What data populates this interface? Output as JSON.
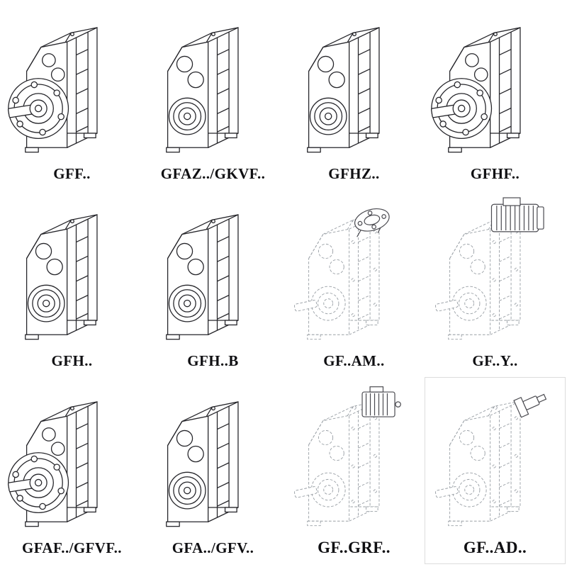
{
  "page": {
    "background": "#ffffff",
    "colors": {
      "solid_line": "#26262b",
      "ghost_line": "#9aa0a6",
      "attachment_line": "#4a4a50"
    },
    "cells": [
      {
        "label": "GFF..",
        "drawing": "flange-mounted-gear-unit"
      },
      {
        "label": "GFAZ../GKVF..",
        "drawing": "hollow-shaft-gear-unit"
      },
      {
        "label": "GFHZ..",
        "drawing": "hollow-shaft-gear-unit"
      },
      {
        "label": "GFHF..",
        "drawing": "flange-mounted-gear-unit"
      },
      {
        "label": "GFH..",
        "drawing": "hollow-shaft-gear-unit"
      },
      {
        "label": "GFH..B",
        "drawing": "hollow-shaft-gear-unit-with-base"
      },
      {
        "label": "GF..AM..",
        "drawing": "gear-unit-with-input-adapter-flange"
      },
      {
        "label": "GF..Y..",
        "drawing": "gear-unit-with-mounted-motor"
      },
      {
        "label": "GFAF../GFVF..",
        "drawing": "flange-mounted-gear-unit"
      },
      {
        "label": "GFA../GFV..",
        "drawing": "hollow-shaft-gear-unit"
      },
      {
        "label": "GF..GRF..",
        "drawing": "gear-unit-with-finned-adapter"
      },
      {
        "label": "GF..AD..",
        "drawing": "gear-unit-with-input-shaft-adapter"
      }
    ]
  }
}
